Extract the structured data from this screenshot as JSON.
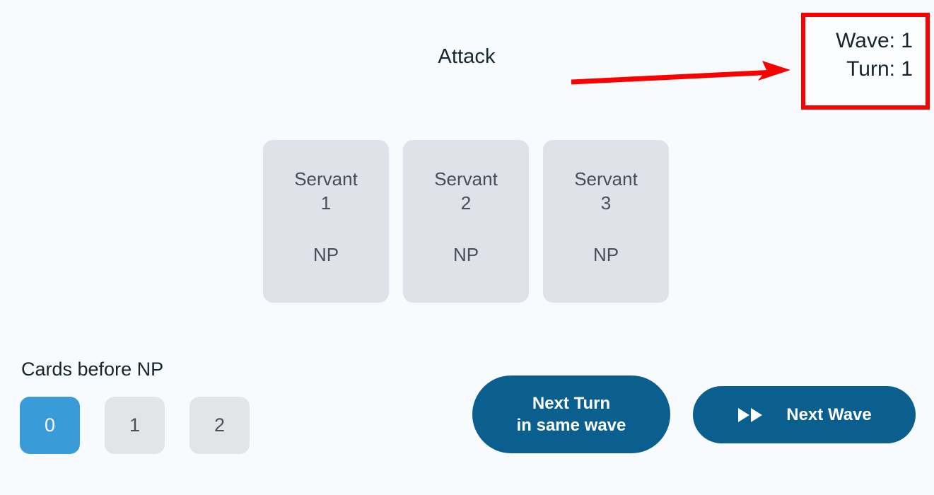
{
  "theme": {
    "background": "#f7fbfd",
    "accent_blue": "#3a9bd9",
    "button_blue": "#0a5f8f",
    "card_gray": "#dfe3e9",
    "annotation_red": "#fb0000",
    "text_dark": "#16242e",
    "text_muted": "#474d55"
  },
  "header": {
    "title": "Attack"
  },
  "status": {
    "wave_label": "Wave: 1",
    "turn_label": "Turn: 1",
    "arrow_icon": "arrow-right-icon"
  },
  "servants": [
    {
      "name": "Servant",
      "index": "1",
      "np_label": "NP"
    },
    {
      "name": "Servant",
      "index": "2",
      "np_label": "NP"
    },
    {
      "name": "Servant",
      "index": "3",
      "np_label": "NP"
    }
  ],
  "cards_before_np": {
    "label": "Cards before NP",
    "options": [
      {
        "value": "0",
        "selected": true
      },
      {
        "value": "1",
        "selected": false
      },
      {
        "value": "2",
        "selected": false
      }
    ]
  },
  "actions": {
    "next_turn": {
      "line1": "Next Turn",
      "line2": "in same wave"
    },
    "next_wave": {
      "label": "Next Wave",
      "icon": "fast-forward-icon"
    }
  }
}
